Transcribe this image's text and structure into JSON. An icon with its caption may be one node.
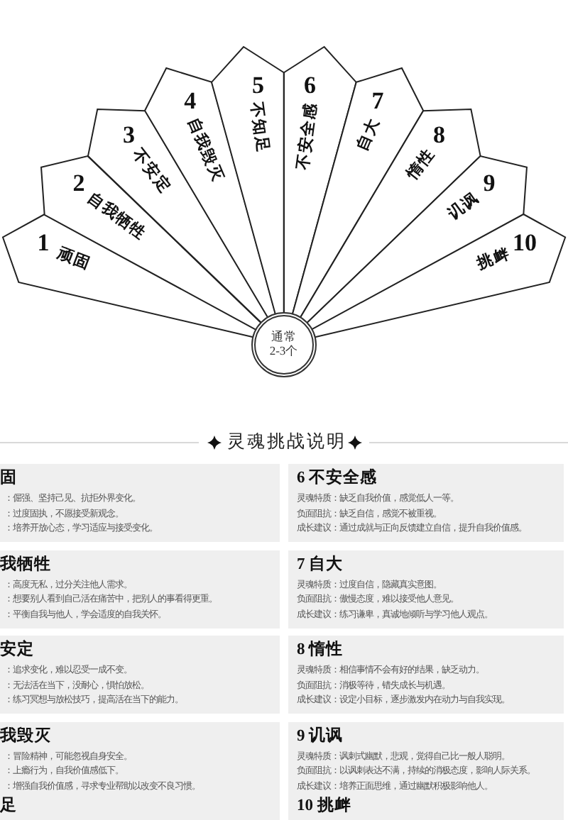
{
  "diagram": {
    "nodes": [
      {
        "text": [
          "1",
          "顽固"
        ]
      },
      {
        "text": [
          "2",
          "自我牺牲"
        ]
      },
      {
        "text": [
          "3",
          "不安定"
        ]
      },
      {
        "text": [
          "4",
          "自我毁灭"
        ]
      },
      {
        "text": [
          "5",
          "不知足"
        ]
      },
      {
        "text": [
          "6",
          "不安全感"
        ]
      },
      {
        "text": [
          "7",
          "自大"
        ]
      },
      {
        "text": [
          "8",
          "惰性"
        ]
      },
      {
        "text": [
          "9",
          "讥讽"
        ]
      },
      {
        "text": [
          "10",
          "挑衅"
        ]
      },
      {
        "text": [
          "通常2-3个"
        ]
      },
      {
        "text": [
          "固",
          "：倔强、坚持己见、抗拒外界变化。",
          "：过度固执，不愿接受新观念。",
          "：培养开放心态，学习适应与接受变化。"
        ]
      },
      {
        "text": [
          "6 不安全感",
          "灵魂特质：缺乏自我价值，感觉低人一等。",
          "负面阻抗：缺乏自信，感觉不被重视。",
          "成长建议：通过成就与正向反馈建立自信，提升自我价值感。"
        ]
      },
      {
        "text": [
          "我牺牲",
          "：高度无私，过分关注他人需求。",
          "：想要别人看到自己活在痛苦中，把别人的事看得更重。",
          "：平衡自我与他人，学会适度的自我关怀。"
        ]
      },
      {
        "text": [
          "7 自大",
          "灵魂特质：过度自信，隐藏真实意图。",
          "负面阻抗：傲慢态度，难以接受他人意见。",
          "成长建议：练习谦卑，真诚地倾听与学习他人观点。"
        ]
      },
      {
        "text": [
          "安定",
          "：追求变化，难以忍受一成不变。",
          "：无法活在当下，没耐心，惧怕放松。",
          "：练习冥想与放松技巧，提高活在当下的能力。"
        ]
      },
      {
        "text": [
          "8 惰性",
          "灵魂特质：相信事情不会有好的结果，缺乏动力。",
          "负面阻抗：消极等待，错失成长与机遇。",
          "成长建议：设定小目标，逐步激发内在动力与自我实现。"
        ]
      },
      {
        "text": [
          "我毁灭",
          "：冒险精神，可能忽视自身安全。",
          "：上瘾行为，自我价值感低下。",
          "：增强自我价值感，寻求专业帮助以改变不良习惯。"
        ]
      },
      {
        "text": [
          "9 讥讽",
          "灵魂特质：讽刺式幽默，悲观，觉得自己比一般人聪明。",
          "负面阻抗：以讽刺表达不满，持续的消极态度，影响人际关系。",
          "成长建议：培养正面思维，通过幽默积极影响他人。"
        ]
      },
      {
        "text": [
          "足"
        ]
      },
      {
        "text": [
          "10 挑衅"
        ]
      }
    ],
    "labels": [
      "灵魂挑战说明"
    ]
  }
}
